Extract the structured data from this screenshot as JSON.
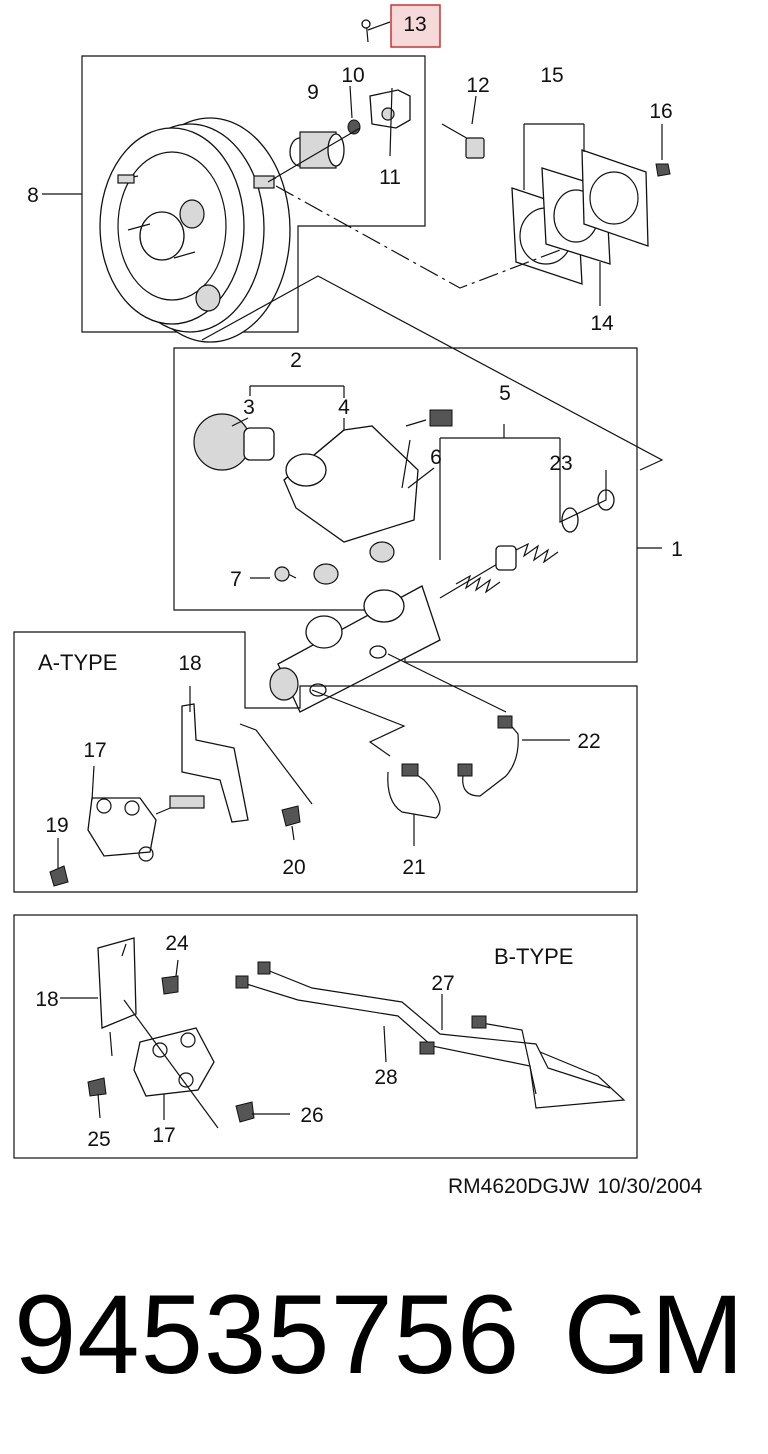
{
  "callouts": {
    "c1": "1",
    "c2": "2",
    "c3": "3",
    "c4": "4",
    "c5": "5",
    "c6": "6",
    "c7": "7",
    "c8": "8",
    "c9": "9",
    "c10": "10",
    "c11": "11",
    "c12": "12",
    "c13": "13",
    "c14": "14",
    "c15": "15",
    "c16": "16",
    "c17a": "17",
    "c17b": "17",
    "c18a": "18",
    "c18b": "18",
    "c19": "19",
    "c20": "20",
    "c21": "21",
    "c22": "22",
    "c23": "23",
    "c24": "24",
    "c25": "25",
    "c26": "26",
    "c27": "27",
    "c28": "28"
  },
  "sections": {
    "a_type": "A-TYPE",
    "b_type": "B-TYPE"
  },
  "highlight": {
    "part": "13",
    "color": "#cc3333",
    "fill": "#f6d9d9"
  },
  "footer": {
    "doc_code": "RM4620DGJW",
    "doc_date": "10/30/2004"
  },
  "part": {
    "number": "94535756",
    "brand": "GM"
  }
}
